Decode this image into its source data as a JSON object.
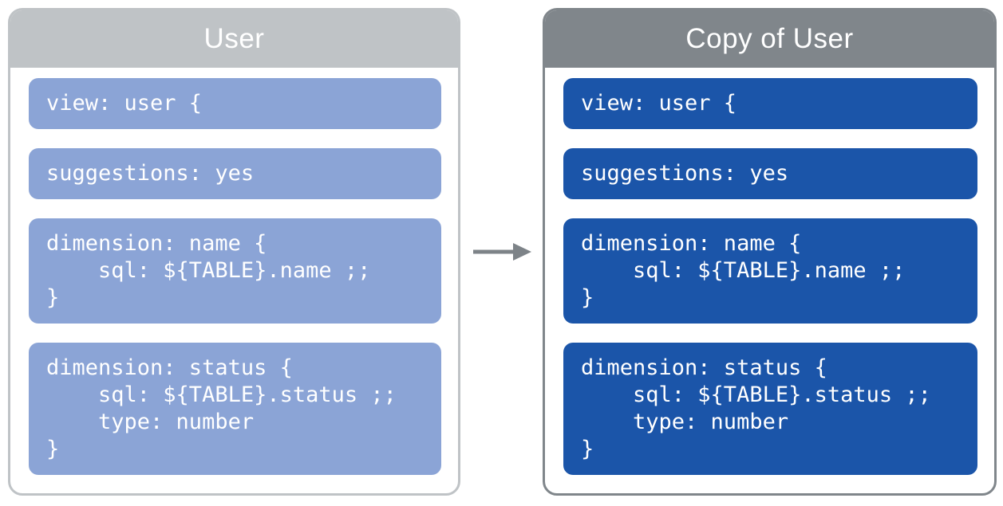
{
  "diagram": {
    "left_panel": {
      "title": "User",
      "header_color": "#bfc3c6",
      "block_color": "#8ba4d6",
      "text_color": "#ffffff",
      "blocks": [
        "view: user {",
        "suggestions: yes",
        "dimension: name {\n    sql: ${TABLE}.name ;;\n}",
        "dimension: status {\n    sql: ${TABLE}.status ;;\n    type: number\n}"
      ]
    },
    "right_panel": {
      "title": "Copy of User",
      "header_color": "#80868b",
      "block_color": "#1b55a9",
      "text_color": "#ffffff",
      "blocks": [
        "view: user {",
        "suggestions: yes",
        "dimension: name {\n    sql: ${TABLE}.name ;;\n}",
        "dimension: status {\n    sql: ${TABLE}.status ;;\n    type: number\n}"
      ]
    },
    "arrow": {
      "icon": "right-arrow",
      "color": "#7d8388"
    }
  }
}
